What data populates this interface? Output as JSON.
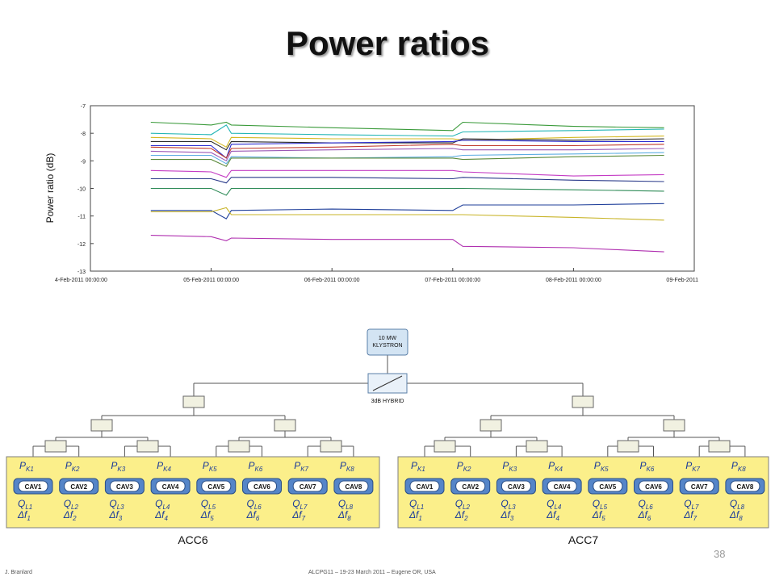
{
  "slide": {
    "title": "Power ratios",
    "page_number": "38",
    "footer_left": "J. Branlard",
    "footer_center": "ALCPG11 – 19-23 March 2011 – Eugene OR, USA"
  },
  "chart_data": {
    "type": "line",
    "title": "",
    "xlabel": "",
    "ylabel": "Power ratio (dB)",
    "xlim": [
      "2011-02-04 00:00",
      "2011-02-09 00:00"
    ],
    "ylim": [
      -13,
      -7
    ],
    "yticks": [
      -7,
      -8,
      -9,
      -10,
      -11,
      -12,
      -13
    ],
    "xtick_labels": [
      "4-Feb-2011 00:00:00",
      "05-Feb-2011 00:00:00",
      "06-Feb-2011 00:00:00",
      "07-Feb-2011 00:00:00",
      "08-Feb-2011 00:00:00",
      "09-Feb-2011"
    ],
    "grid": false,
    "series": [
      {
        "color": "#3a9a3a",
        "x": [
          "2011-02-04 12:00",
          "2011-02-05 00:00",
          "2011-02-05 03:00",
          "2011-02-05 04:00",
          "2011-02-06 00:00",
          "2011-02-07 00:00",
          "2011-02-07 02:00",
          "2011-02-08 00:00",
          "2011-02-08 18:00"
        ],
        "values": [
          -7.6,
          -7.7,
          -7.6,
          -7.7,
          -7.8,
          -7.9,
          -7.6,
          -7.75,
          -7.8
        ]
      },
      {
        "color": "#22b5b5",
        "x": [
          "2011-02-04 12:00",
          "2011-02-05 00:00",
          "2011-02-05 03:00",
          "2011-02-05 04:00",
          "2011-02-06 00:00",
          "2011-02-07 00:00",
          "2011-02-07 02:00",
          "2011-02-08 00:00",
          "2011-02-08 18:00"
        ],
        "values": [
          -8.0,
          -8.05,
          -7.7,
          -8.0,
          -8.05,
          -8.1,
          -7.95,
          -7.9,
          -7.85
        ]
      },
      {
        "color": "#d4b820",
        "x": [
          "2011-02-04 12:00",
          "2011-02-05 00:00",
          "2011-02-05 03:00",
          "2011-02-05 04:00",
          "2011-02-06 00:00",
          "2011-02-07 00:00",
          "2011-02-07 02:00",
          "2011-02-08 00:00",
          "2011-02-08 18:00"
        ],
        "values": [
          -8.15,
          -8.2,
          -8.5,
          -8.15,
          -8.2,
          -8.2,
          -8.25,
          -8.15,
          -8.1
        ]
      },
      {
        "color": "#2a2a2a",
        "x": [
          "2011-02-04 12:00",
          "2011-02-05 00:00",
          "2011-02-05 03:00",
          "2011-02-05 04:00",
          "2011-02-06 00:00",
          "2011-02-07 00:00",
          "2011-02-07 02:00",
          "2011-02-08 00:00",
          "2011-02-08 18:00"
        ],
        "values": [
          -8.3,
          -8.3,
          -8.6,
          -8.3,
          -8.35,
          -8.35,
          -8.2,
          -8.25,
          -8.2
        ]
      },
      {
        "color": "#2a2ad0",
        "x": [
          "2011-02-04 12:00",
          "2011-02-05 00:00",
          "2011-02-05 03:00",
          "2011-02-05 04:00",
          "2011-02-06 00:00",
          "2011-02-07 00:00",
          "2011-02-07 02:00",
          "2011-02-08 00:00",
          "2011-02-08 18:00"
        ],
        "values": [
          -8.45,
          -8.45,
          -8.9,
          -8.4,
          -8.35,
          -8.3,
          -8.25,
          -8.3,
          -8.3
        ]
      },
      {
        "color": "#c0392b",
        "x": [
          "2011-02-04 12:00",
          "2011-02-05 00:00",
          "2011-02-05 03:00",
          "2011-02-05 04:00",
          "2011-02-06 00:00",
          "2011-02-07 00:00",
          "2011-02-07 02:00",
          "2011-02-08 00:00",
          "2011-02-08 18:00"
        ],
        "values": [
          -8.5,
          -8.55,
          -8.9,
          -8.55,
          -8.5,
          -8.4,
          -8.45,
          -8.45,
          -8.4
        ]
      },
      {
        "color": "#9b59b6",
        "x": [
          "2011-02-04 12:00",
          "2011-02-05 00:00",
          "2011-02-05 03:00",
          "2011-02-05 04:00",
          "2011-02-06 00:00",
          "2011-02-07 00:00",
          "2011-02-07 02:00",
          "2011-02-08 00:00",
          "2011-02-08 18:00"
        ],
        "values": [
          -8.65,
          -8.7,
          -9.0,
          -8.65,
          -8.6,
          -8.55,
          -8.6,
          -8.6,
          -8.55
        ]
      },
      {
        "color": "#5dade2",
        "x": [
          "2011-02-04 12:00",
          "2011-02-05 00:00",
          "2011-02-05 03:00",
          "2011-02-05 04:00",
          "2011-02-06 00:00",
          "2011-02-07 00:00",
          "2011-02-07 02:00",
          "2011-02-08 00:00",
          "2011-02-08 18:00"
        ],
        "values": [
          -8.8,
          -8.8,
          -9.1,
          -8.85,
          -8.9,
          -8.85,
          -8.8,
          -8.75,
          -8.7
        ]
      },
      {
        "color": "#5b8a3a",
        "x": [
          "2011-02-04 12:00",
          "2011-02-05 00:00",
          "2011-02-05 03:00",
          "2011-02-05 04:00",
          "2011-02-06 00:00",
          "2011-02-07 00:00",
          "2011-02-07 02:00",
          "2011-02-08 00:00",
          "2011-02-08 18:00"
        ],
        "values": [
          -8.95,
          -8.95,
          -9.2,
          -8.9,
          -8.9,
          -8.9,
          -8.95,
          -8.85,
          -8.8
        ]
      },
      {
        "color": "#c43bc4",
        "x": [
          "2011-02-04 12:00",
          "2011-02-05 00:00",
          "2011-02-05 03:00",
          "2011-02-05 04:00",
          "2011-02-06 00:00",
          "2011-02-07 00:00",
          "2011-02-07 02:00",
          "2011-02-08 00:00",
          "2011-02-08 18:00"
        ],
        "values": [
          -9.35,
          -9.4,
          -9.6,
          -9.35,
          -9.35,
          -9.35,
          -9.4,
          -9.55,
          -9.5
        ]
      },
      {
        "color": "#2a3a8a",
        "x": [
          "2011-02-04 12:00",
          "2011-02-05 00:00",
          "2011-02-05 03:00",
          "2011-02-05 04:00",
          "2011-02-06 00:00",
          "2011-02-07 00:00",
          "2011-02-07 02:00",
          "2011-02-08 00:00",
          "2011-02-08 18:00"
        ],
        "values": [
          -9.65,
          -9.65,
          -9.8,
          -9.6,
          -9.6,
          -9.65,
          -9.6,
          -9.7,
          -9.75
        ]
      },
      {
        "color": "#2e8b57",
        "x": [
          "2011-02-04 12:00",
          "2011-02-05 00:00",
          "2011-02-05 03:00",
          "2011-02-05 04:00",
          "2011-02-06 00:00",
          "2011-02-07 00:00",
          "2011-02-07 02:00",
          "2011-02-08 00:00",
          "2011-02-08 18:00"
        ],
        "values": [
          -10.0,
          -10.0,
          -10.25,
          -10.0,
          -10.0,
          -10.0,
          -10.0,
          -10.05,
          -10.1
        ]
      },
      {
        "color": "#1f3f9a",
        "x": [
          "2011-02-04 12:00",
          "2011-02-05 00:00",
          "2011-02-05 03:00",
          "2011-02-05 04:00",
          "2011-02-06 00:00",
          "2011-02-07 00:00",
          "2011-02-07 02:00",
          "2011-02-08 00:00",
          "2011-02-08 18:00"
        ],
        "values": [
          -10.8,
          -10.8,
          -11.1,
          -10.8,
          -10.75,
          -10.8,
          -10.6,
          -10.6,
          -10.55
        ]
      },
      {
        "color": "#c8b428",
        "x": [
          "2011-02-04 12:00",
          "2011-02-05 00:00",
          "2011-02-05 03:00",
          "2011-02-05 04:00",
          "2011-02-06 00:00",
          "2011-02-07 00:00",
          "2011-02-07 02:00",
          "2011-02-08 00:00",
          "2011-02-08 18:00"
        ],
        "values": [
          -10.85,
          -10.85,
          -10.7,
          -10.95,
          -10.95,
          -10.95,
          -10.95,
          -11.05,
          -11.15
        ]
      },
      {
        "color": "#b030b0",
        "x": [
          "2011-02-04 12:00",
          "2011-02-05 00:00",
          "2011-02-05 03:00",
          "2011-02-05 04:00",
          "2011-02-06 00:00",
          "2011-02-07 00:00",
          "2011-02-07 02:00",
          "2011-02-08 00:00",
          "2011-02-08 18:00"
        ],
        "values": [
          -11.7,
          -11.75,
          -11.9,
          -11.8,
          -11.85,
          -11.85,
          -12.1,
          -12.15,
          -12.3
        ]
      }
    ]
  },
  "diagram": {
    "klystron_label": "10 MW\nKLYSTRON",
    "hybrid_label": "3dB HYBRID",
    "modules": [
      {
        "label": "ACC6",
        "pk": [
          {
            "s": "K1"
          },
          {
            "s": "K2"
          },
          {
            "s": "K3"
          },
          {
            "s": "K4"
          },
          {
            "s": "K5"
          },
          {
            "s": "K6"
          },
          {
            "s": "K7"
          },
          {
            "s": "K8"
          }
        ],
        "cavities": [
          "CAV1",
          "CAV2",
          "CAV3",
          "CAV4",
          "CAV5",
          "CAV6",
          "CAV7",
          "CAV8"
        ],
        "ql": [
          {
            "s": "L1"
          },
          {
            "s": "L2"
          },
          {
            "s": "L3"
          },
          {
            "s": "L4"
          },
          {
            "s": "L5"
          },
          {
            "s": "L6"
          },
          {
            "s": "L7"
          },
          {
            "s": "L8"
          }
        ],
        "df": [
          {
            "s": "1"
          },
          {
            "s": "2"
          },
          {
            "s": "3"
          },
          {
            "s": "4"
          },
          {
            "s": "5"
          },
          {
            "s": "6"
          },
          {
            "s": "7"
          },
          {
            "s": "8"
          }
        ]
      },
      {
        "label": "ACC7",
        "pk": [
          {
            "s": "K1"
          },
          {
            "s": "K2"
          },
          {
            "s": "K3"
          },
          {
            "s": "K4"
          },
          {
            "s": "K5"
          },
          {
            "s": "K6"
          },
          {
            "s": "K7"
          },
          {
            "s": "K8"
          }
        ],
        "cavities": [
          "CAV1",
          "CAV2",
          "CAV3",
          "CAV4",
          "CAV5",
          "CAV6",
          "CAV7",
          "CAV8"
        ],
        "ql": [
          {
            "s": "L1"
          },
          {
            "s": "L2"
          },
          {
            "s": "L3"
          },
          {
            "s": "L4"
          },
          {
            "s": "L5"
          },
          {
            "s": "L6"
          },
          {
            "s": "L7"
          },
          {
            "s": "L8"
          }
        ],
        "df": [
          {
            "s": "1"
          },
          {
            "s": "2"
          },
          {
            "s": "3"
          },
          {
            "s": "4"
          },
          {
            "s": "5"
          },
          {
            "s": "6"
          },
          {
            "s": "7"
          },
          {
            "s": "8"
          }
        ]
      }
    ]
  },
  "colors": {
    "module_fill": "#fbef8a",
    "cavity_fill": "#5585c8",
    "coupler_fill": "#f1f1e1",
    "klystron_fill": "#d3e4f3",
    "hybrid_fill": "#e9f1f9",
    "label_blue": "#1a3a9a"
  }
}
